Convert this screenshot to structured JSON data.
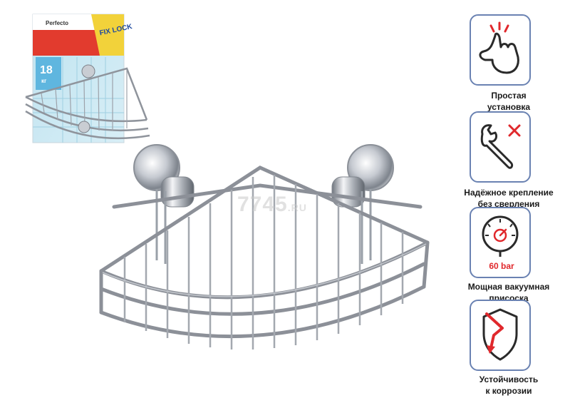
{
  "product": {
    "package_brand": "Perfecto",
    "package_badge": "FIX LOCK",
    "package_load": "18",
    "package_load_unit": "кг",
    "watermark": "7745",
    "watermark_suffix": ".RU"
  },
  "features": [
    {
      "icon": "hand-press-icon",
      "lines": [
        "Простая",
        "установка"
      ]
    },
    {
      "icon": "wrench-no-drill-icon",
      "lines": [
        "Надёжное крепление",
        "без сверления"
      ]
    },
    {
      "icon": "pressure-gauge-icon",
      "gauge_text": "60 bar",
      "lines": [
        "Мощная вакуумная",
        "присоска"
      ]
    },
    {
      "icon": "corrosion-shield-icon",
      "lines": [
        "Устойчивость",
        "к коррозии"
      ]
    }
  ],
  "colors": {
    "card_border": "#6a82b2",
    "accent_red": "#e0282c",
    "chrome": "#8c9098"
  }
}
